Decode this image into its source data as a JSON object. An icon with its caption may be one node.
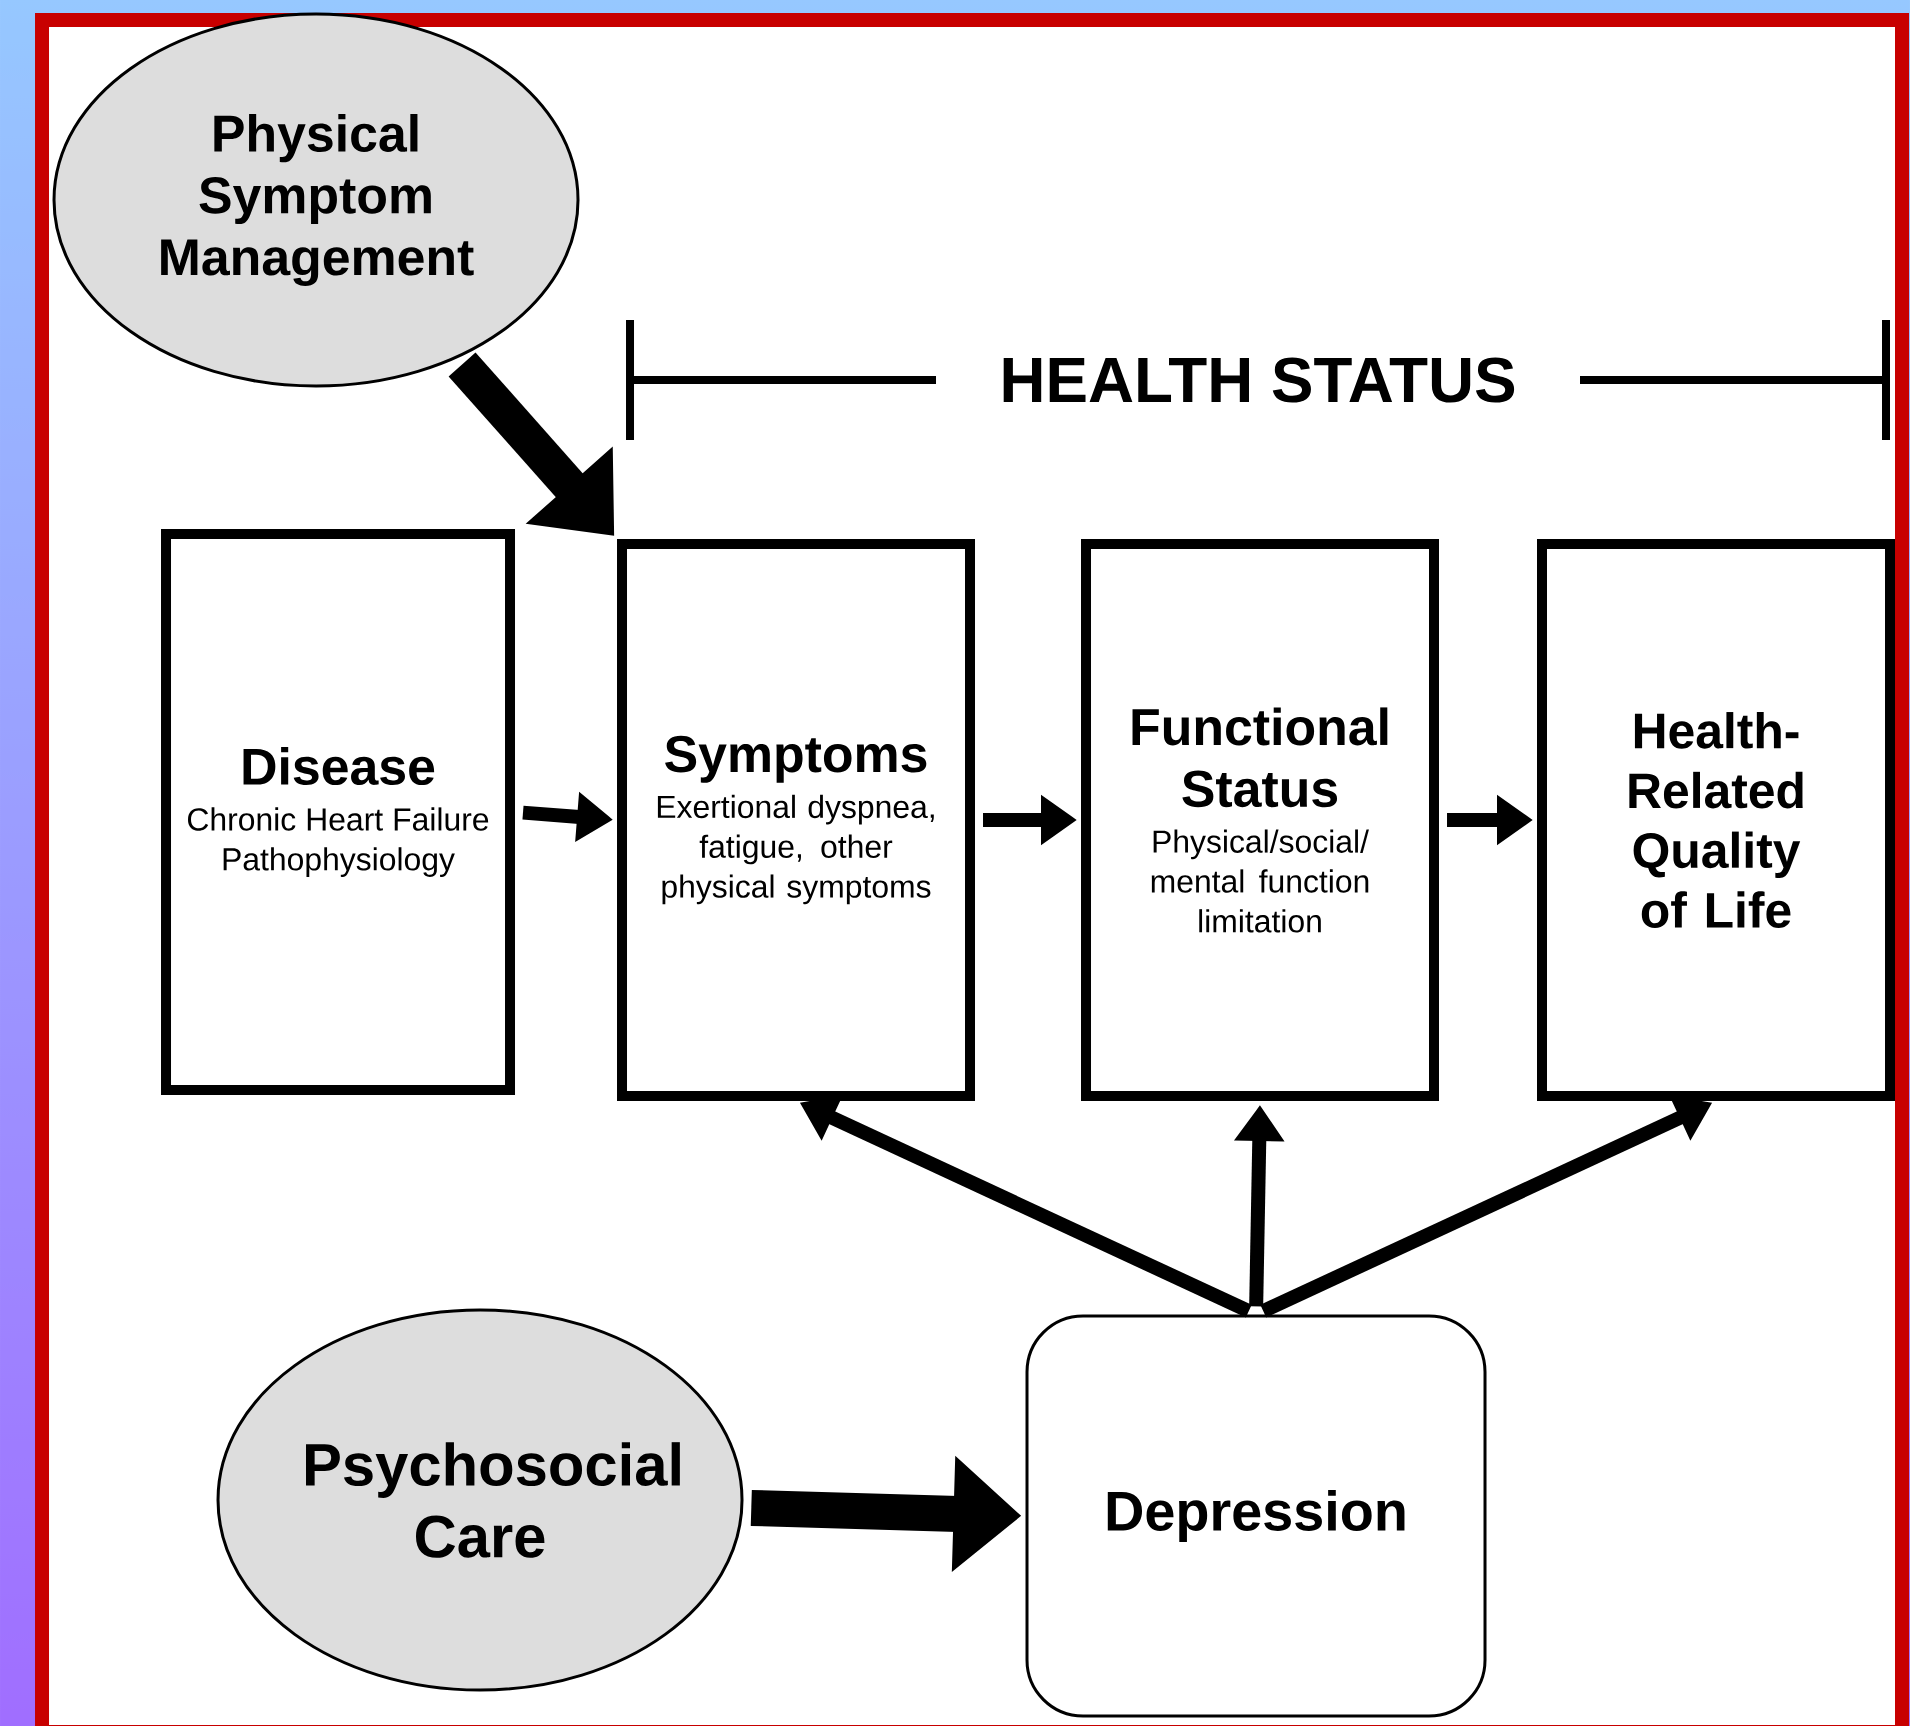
{
  "diagram": {
    "nodes": [
      {
        "text": [
          "Physical Symptom Management"
        ]
      },
      {
        "text": [
          "Disease",
          "Chronic Heart Failure Pathophysiology"
        ]
      },
      {
        "text": [
          "Symptoms",
          "Exertional dyspnea, fatigue, other physical symptoms"
        ]
      },
      {
        "text": [
          "Functional Status",
          "Physical/social/ mental function limitation"
        ]
      },
      {
        "text": [
          "Health-Related Quality of Life"
        ]
      },
      {
        "text": [
          "Psychosocial Care"
        ]
      },
      {
        "text": [
          "Depression"
        ]
      }
    ],
    "edges": [
      {
        "from": 0,
        "to": 2,
        "arrow": "to",
        "style": "thick"
      },
      {
        "from": 1,
        "to": 2,
        "arrow": "to"
      },
      {
        "from": 2,
        "to": 3,
        "arrow": "to"
      },
      {
        "from": 3,
        "to": 4,
        "arrow": "to"
      },
      {
        "from": 6,
        "to": 2,
        "arrow": "to"
      },
      {
        "from": 6,
        "to": 3,
        "arrow": "to"
      },
      {
        "from": 6,
        "to": 4,
        "arrow": "to"
      },
      {
        "from": 5,
        "to": 6,
        "arrow": "to",
        "style": "thick"
      }
    ],
    "labels": [
      "HEALTH STATUS"
    ]
  }
}
